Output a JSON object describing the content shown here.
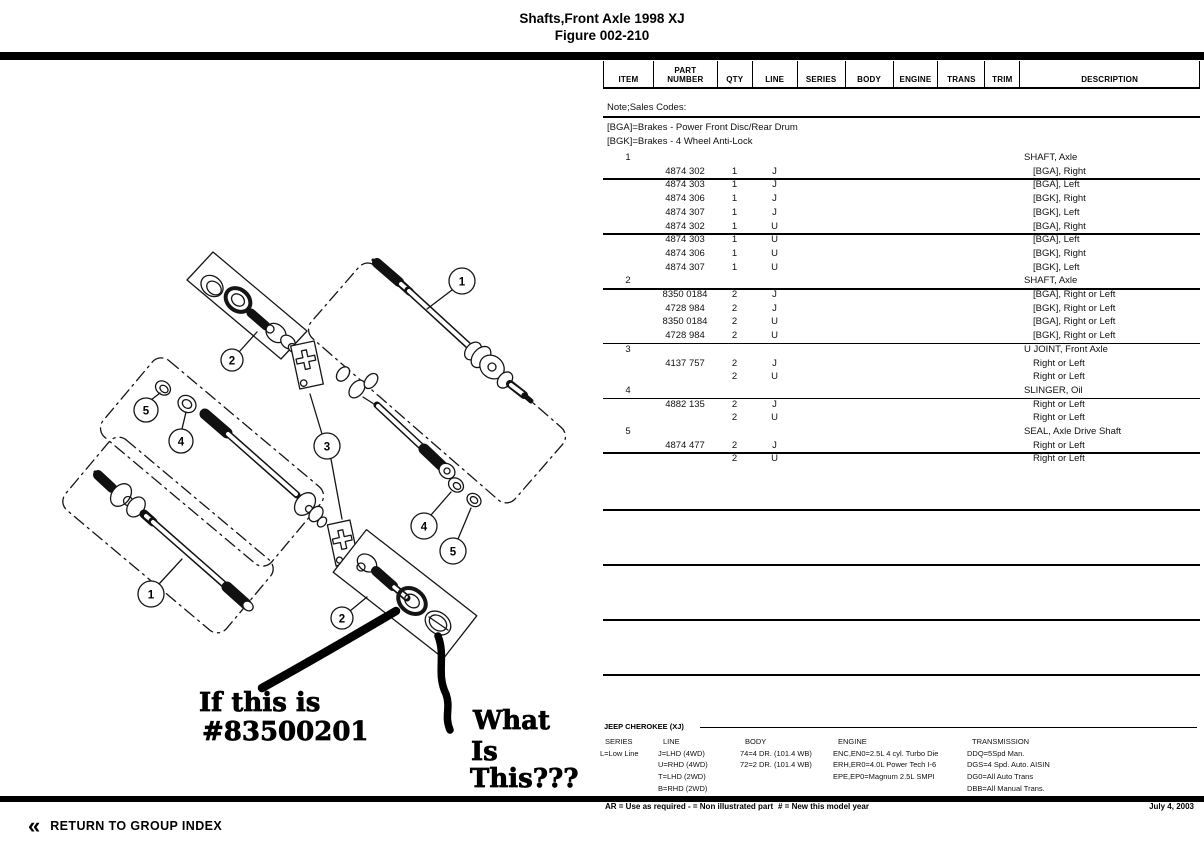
{
  "title": {
    "line1": "Shafts,Front Axle 1998 XJ",
    "line2": "Figure 002-210"
  },
  "table": {
    "headers": [
      {
        "l1": "",
        "l2": "ITEM"
      },
      {
        "l1": "PART",
        "l2": "NUMBER"
      },
      {
        "l1": "",
        "l2": "QTY"
      },
      {
        "l1": "",
        "l2": "LINE"
      },
      {
        "l1": "",
        "l2": "SERIES"
      },
      {
        "l1": "",
        "l2": "BODY"
      },
      {
        "l1": "",
        "l2": "ENGINE"
      },
      {
        "l1": "",
        "l2": "TRANS"
      },
      {
        "l1": "",
        "l2": "TRIM"
      },
      {
        "l1": "",
        "l2": "DESCRIPTION"
      }
    ],
    "notes": {
      "n1": "Note;Sales Codes:",
      "n2": "[BGA]=Brakes - Power Front Disc/Rear Drum",
      "n3": "[BGK]=Brakes - 4 Wheel Anti-Lock"
    },
    "rows": [
      {
        "item": "1",
        "desc": "SHAFT, Axle"
      },
      {
        "part": "4874 302",
        "qty": "1",
        "line": "J",
        "desc": "[BGA], Right",
        "ind": true,
        "sep": true
      },
      {
        "part": "4874 303",
        "qty": "1",
        "line": "J",
        "desc": "[BGA], Left",
        "ind": true
      },
      {
        "part": "4874 306",
        "qty": "1",
        "line": "J",
        "desc": "[BGK], Right",
        "ind": true
      },
      {
        "part": "4874 307",
        "qty": "1",
        "line": "J",
        "desc": "[BGK], Left",
        "ind": true
      },
      {
        "part": "4874 302",
        "qty": "1",
        "line": "U",
        "desc": "[BGA], Right",
        "ind": true,
        "sep": true
      },
      {
        "part": "4874 303",
        "qty": "1",
        "line": "U",
        "desc": "[BGA], Left",
        "ind": true
      },
      {
        "part": "4874 306",
        "qty": "1",
        "line": "U",
        "desc": "[BGK], Right",
        "ind": true
      },
      {
        "part": "4874 307",
        "qty": "1",
        "line": "U",
        "desc": "[BGK], Left",
        "ind": true
      },
      {
        "item": "2",
        "desc": "SHAFT, Axle",
        "sep": true
      },
      {
        "part": "8350 0184",
        "qty": "2",
        "line": "J",
        "desc": "[BGA], Right or Left",
        "ind": true
      },
      {
        "part": "4728 984",
        "qty": "2",
        "line": "J",
        "desc": "[BGK], Right or Left",
        "ind": true
      },
      {
        "part": "8350 0184",
        "qty": "2",
        "line": "U",
        "desc": "[BGA], Right or Left",
        "ind": true
      },
      {
        "part": "4728 984",
        "qty": "2",
        "line": "U",
        "desc": "[BGK], Right or Left",
        "ind": true,
        "sep": true
      },
      {
        "item": "3",
        "desc": "U JOINT, Front Axle"
      },
      {
        "part": "4137 757",
        "qty": "2",
        "line": "J",
        "desc": "Right or Left",
        "ind": true
      },
      {
        "qty": "2",
        "line": "U",
        "desc": "Right or Left",
        "ind": true
      },
      {
        "item": "4",
        "desc": "SLINGER, Oil",
        "sep": true
      },
      {
        "part": "4882 135",
        "qty": "2",
        "line": "J",
        "desc": "Right or Left",
        "ind": true
      },
      {
        "qty": "2",
        "line": "U",
        "desc": "Right or Left",
        "ind": true
      },
      {
        "item": "5",
        "desc": "SEAL, Axle Drive Shaft"
      },
      {
        "part": "4874 477",
        "qty": "2",
        "line": "J",
        "desc": "Right or Left",
        "ind": true,
        "sep": true
      },
      {
        "qty": "2",
        "line": "U",
        "desc": "Right or Left",
        "ind": true
      }
    ]
  },
  "legend": {
    "heading": "JEEP CHEROKEE (XJ)",
    "columns": [
      {
        "header": "SERIES",
        "items": [
          "L=Low Line"
        ]
      },
      {
        "header": "LINE",
        "items": [
          "J=LHD (4WD)",
          "U=RHD (4WD)",
          "T=LHD (2WD)",
          "B=RHD (2WD)"
        ]
      },
      {
        "header": "BODY",
        "items": [
          "74=4 DR. (101.4 WB)",
          "72=2 DR. (101.4 WB)"
        ]
      },
      {
        "header": "ENGINE",
        "items": [
          "ENC,EN0=2.5L 4 cyl. Turbo Die",
          "ERH,ER0=4.0L Power Tech I-6",
          "EPE,EP0=Magnum 2.5L SMPI"
        ]
      },
      {
        "header": "TRANSMISSION",
        "items": [
          "DDQ=5Spd Man.",
          "DGS=4 Spd. Auto. AISIN",
          "DG0=All Auto Trans",
          "DBB=All Manual Trans."
        ]
      }
    ]
  },
  "footer": {
    "code1": "AR = Use as required",
    "code2": "- = Non illustrated part",
    "code3": "# = New this model year",
    "date": "July 4, 2003",
    "chevron": "«",
    "return_link": "RETURN TO GROUP INDEX"
  },
  "diagram": {
    "callouts": {
      "right_shaft_1": "1",
      "top_panel_2": "2",
      "ujoint_3": "3",
      "washer_4": "4",
      "nut_5": "5",
      "left_ring_5": "5",
      "left_slinger_4": "4",
      "left_shaft_1": "1",
      "bottom_panel_2": "2"
    },
    "annotations": {
      "line1": "If this is",
      "line2": "#83500201",
      "q1": "What",
      "q2": "Is",
      "q3": "This???"
    }
  }
}
